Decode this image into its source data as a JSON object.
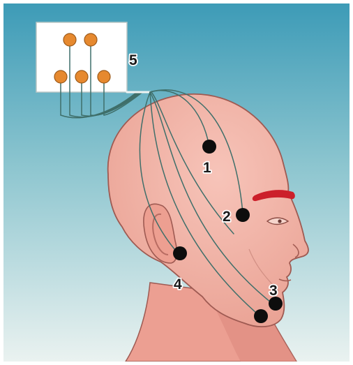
{
  "labels": {
    "electrode_1": "1",
    "electrode_2": "2",
    "electrode_3": "3",
    "electrode_4": "4",
    "connector_box": "5"
  },
  "colors": {
    "background_top": "#3d9bb7",
    "background_bottom": "#eaf2f0",
    "skin": "#f2b3a8",
    "skin_shadow": "#e28f84",
    "outline": "#9e5a52",
    "wire": "#3f6f6a",
    "electrode": "#0d0d0d",
    "eyebrow": "#cc1f2a",
    "connector_pad": "#e6892f",
    "box_fill": "#ffffff"
  }
}
